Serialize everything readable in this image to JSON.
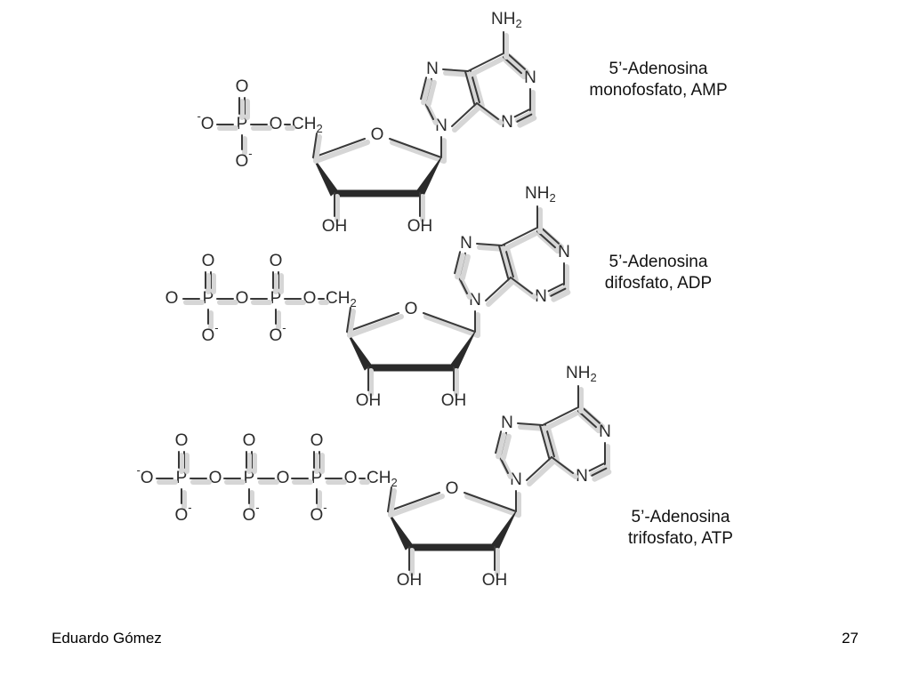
{
  "slide": {
    "molecules": [
      {
        "id": "amp",
        "caption_line1": "5’-Adenosina",
        "caption_line2": "monofosfato, AMP",
        "phosphates": 1,
        "leading_charge": "-",
        "first_group_terminal_label": "O"
      },
      {
        "id": "adp",
        "caption_line1": "5’-Adenosina",
        "caption_line2": "difosfato, ADP",
        "phosphates": 2,
        "leading_charge": "",
        "first_group_terminal_label": "O"
      },
      {
        "id": "atp",
        "caption_line1": "5’-Adenosina",
        "caption_line2": "trifosfato, ATP",
        "phosphates": 3,
        "leading_charge": "-",
        "first_group_terminal_label": "O"
      }
    ],
    "atom_labels": {
      "oxygen": "O",
      "phosphorus": "P",
      "nitrogen": "N",
      "carbon": "C",
      "amine_base": "NH",
      "amine_sub": "2",
      "methylene_sub": "2",
      "hydroxyl": "OH",
      "negative": "-"
    },
    "footer": {
      "author": "Eduardo Gómez",
      "page_number": "27"
    }
  }
}
